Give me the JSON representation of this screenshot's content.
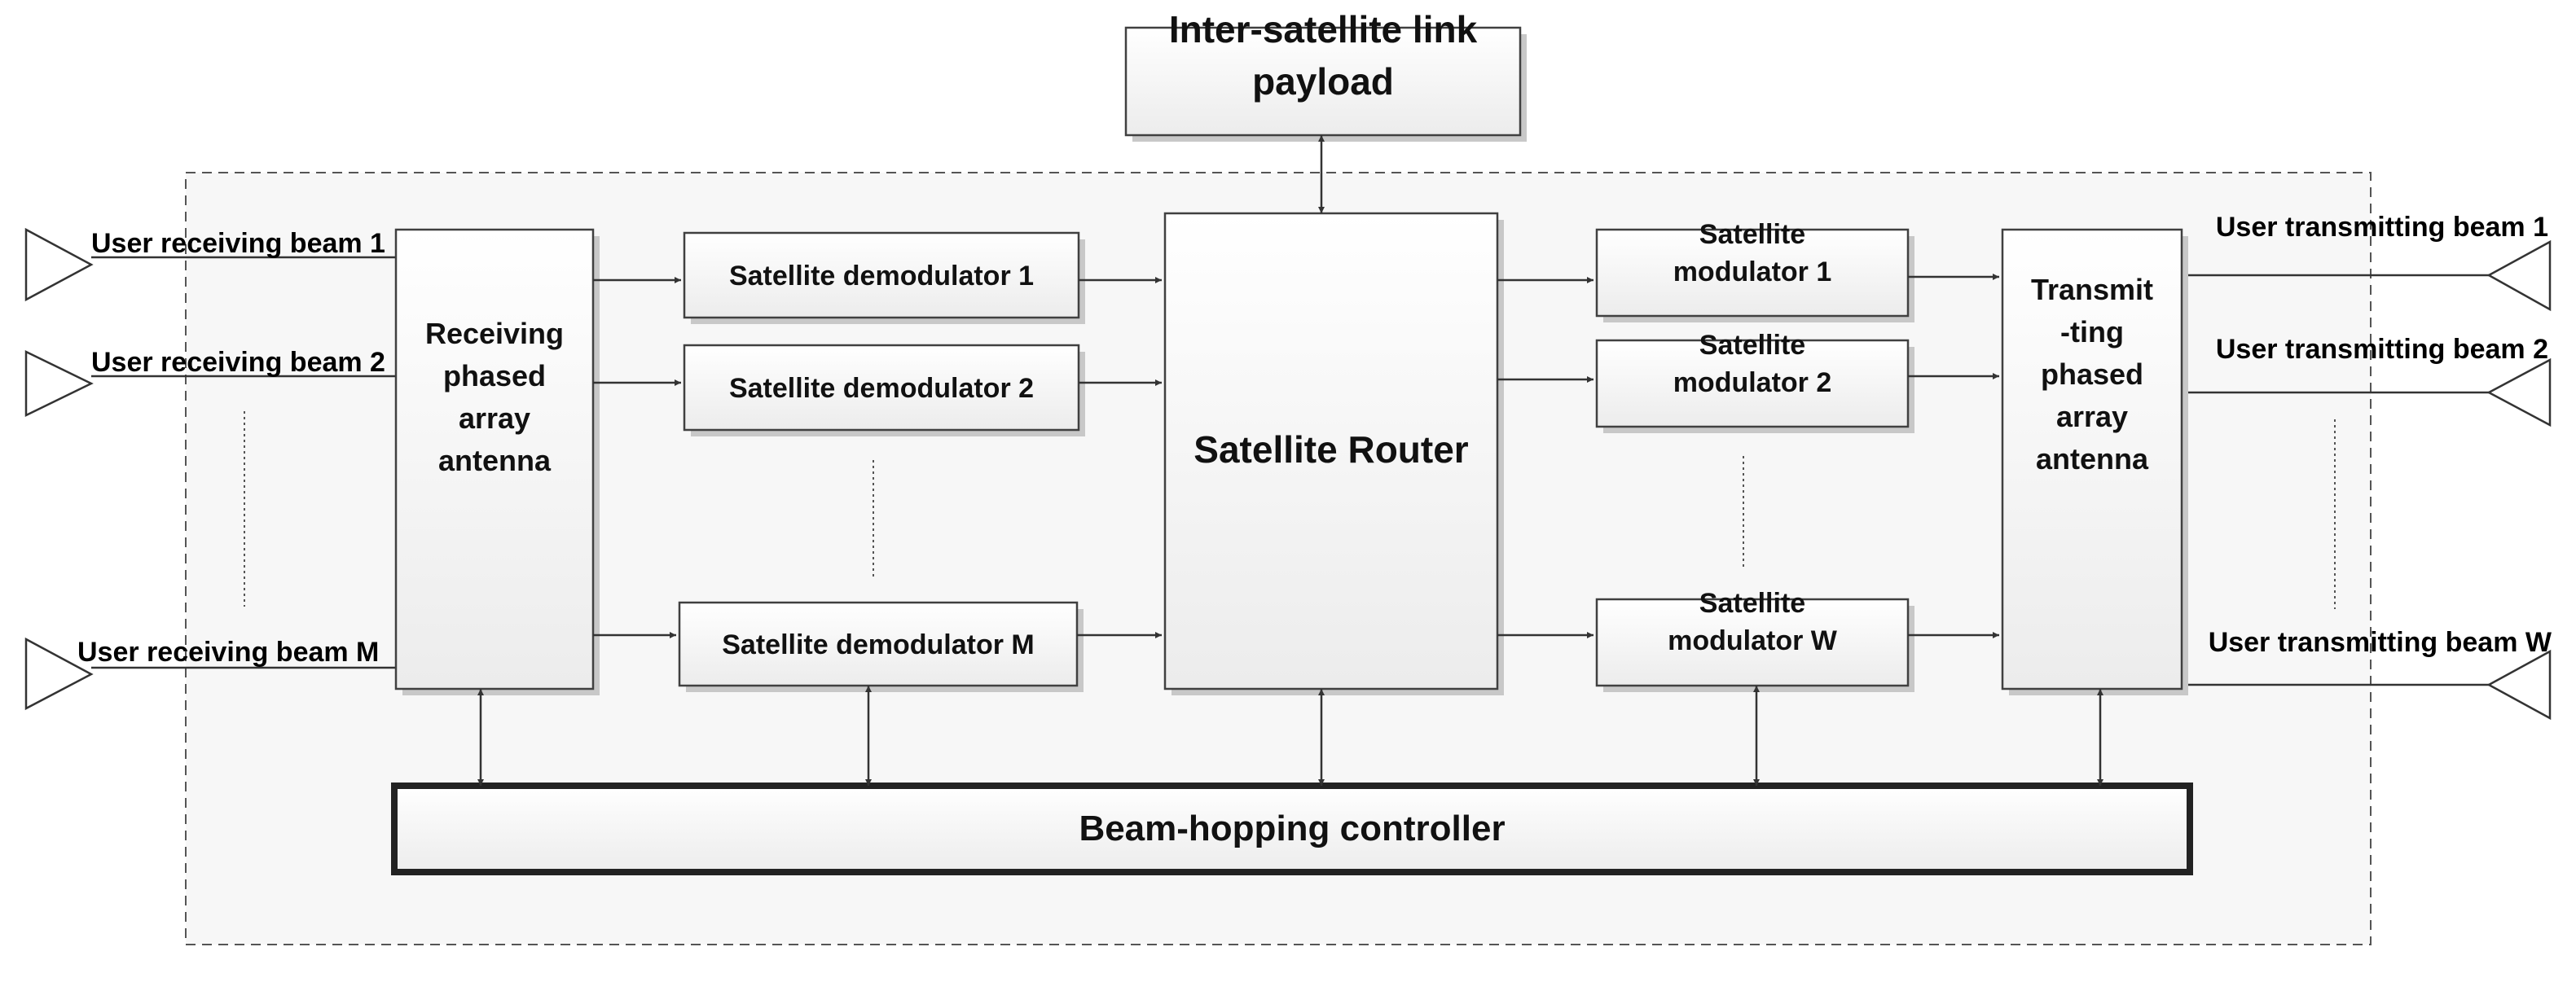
{
  "blocks": {
    "isl": [
      "Inter-satellite link",
      "payload"
    ],
    "rx_antenna": [
      "Receiving",
      "phased",
      "array",
      "antenna"
    ],
    "demod1": [
      "Satellite demodulator 1"
    ],
    "demod2": [
      "Satellite demodulator 2"
    ],
    "demodM": [
      "Satellite demodulator M"
    ],
    "router": [
      "Satellite Router"
    ],
    "mod1": [
      "Satellite",
      "modulator 1"
    ],
    "mod2": [
      "Satellite",
      "modulator 2"
    ],
    "modW": [
      "Satellite",
      "modulator W"
    ],
    "tx_antenna": [
      "Transmit",
      "-ting",
      "phased",
      "array",
      "antenna"
    ],
    "controller": [
      "Beam-hopping controller"
    ]
  },
  "beams": {
    "rx1": "User receiving beam 1",
    "rx2": "User receiving beam 2",
    "rxM": "User receiving beam M",
    "tx1": "User transmitting beam 1",
    "tx2": "User transmitting beam 2",
    "txW": "User transmitting beam W"
  }
}
